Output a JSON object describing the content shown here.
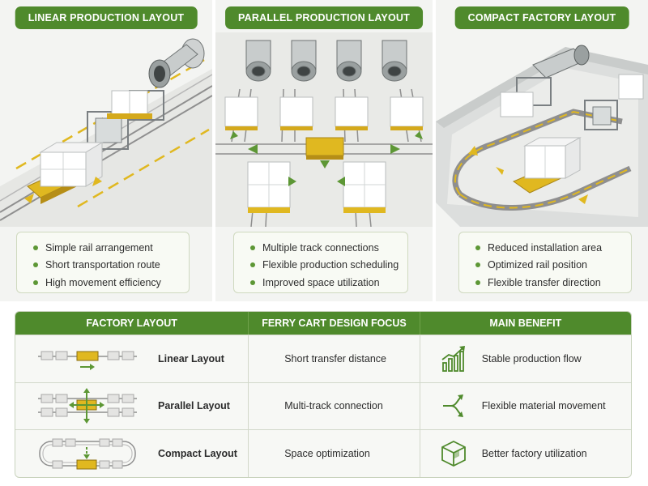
{
  "panels": [
    {
      "title": "LINEAR PRODUCTION LAYOUT",
      "bullets": [
        "Simple rail arrangement",
        "Short transportation route",
        "High movement efficiency"
      ]
    },
    {
      "title": "PARALLEL PRODUCTION LAYOUT",
      "bullets": [
        "Multiple track connections",
        "Flexible production scheduling",
        "Improved space utilization"
      ]
    },
    {
      "title": "COMPACT FACTORY LAYOUT",
      "bullets": [
        "Reduced installation area",
        "Optimized rail position",
        "Flexible transfer direction"
      ]
    }
  ],
  "table": {
    "headers": [
      "FACTORY LAYOUT",
      "FERRY CART DESIGN FOCUS",
      "MAIN BENEFIT"
    ],
    "rows": [
      {
        "layout": "Linear Layout",
        "focus": "Short transfer distance",
        "benefit": "Stable production flow",
        "layout_icon": "linear-layout-icon",
        "benefit_icon": "growth-chart-icon"
      },
      {
        "layout": "Parallel Layout",
        "focus": "Multi-track connection",
        "benefit": "Flexible material movement",
        "layout_icon": "parallel-layout-icon",
        "benefit_icon": "branching-arrows-icon"
      },
      {
        "layout": "Compact Layout",
        "focus": "Space optimization",
        "benefit": "Better factory utilization",
        "layout_icon": "compact-layout-icon",
        "benefit_icon": "cube-icon"
      }
    ]
  },
  "colors": {
    "accent_green": "#4f8a2c",
    "cart_yellow": "#e0b820",
    "block_white": "#ffffff",
    "rail_gray": "#8f8f8f"
  }
}
